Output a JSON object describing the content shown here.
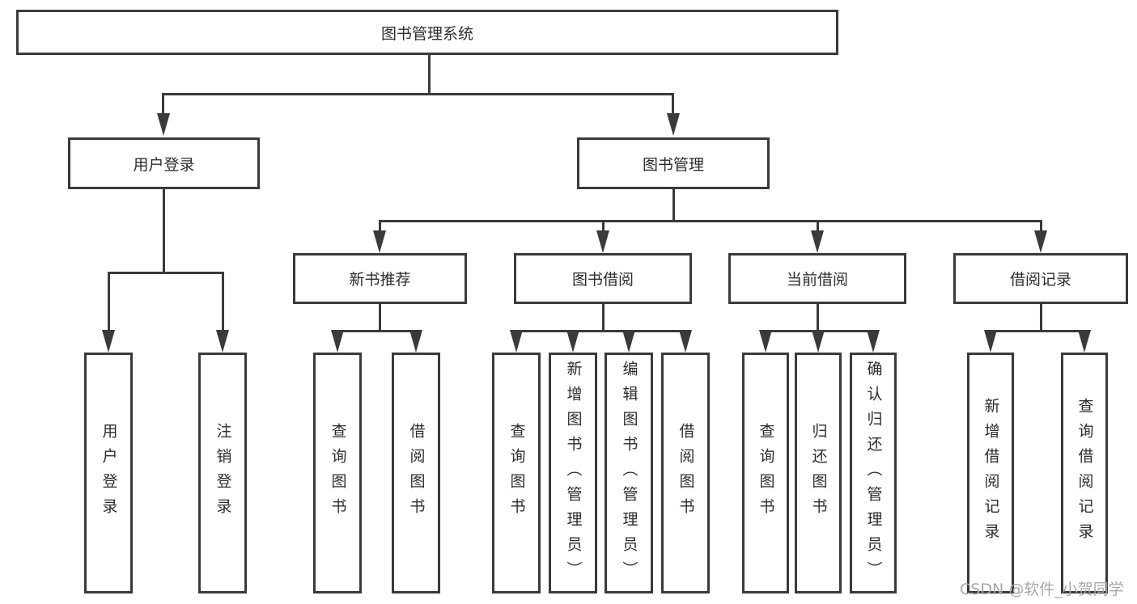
{
  "diagram": {
    "title_hint": "library-management-system-structure",
    "colors": {
      "stroke": "#3a3a3a",
      "text": "#2d2d2d",
      "background": "#ffffff",
      "watermark": "#a8a8a8"
    },
    "root": {
      "label": "图书管理系统"
    },
    "level2": [
      {
        "label": "用户登录"
      },
      {
        "label": "图书管理"
      }
    ],
    "level3": [
      {
        "label": "新书推荐"
      },
      {
        "label": "图书借阅"
      },
      {
        "label": "当前借阅"
      },
      {
        "label": "借阅记录"
      }
    ],
    "leaves": [
      {
        "label": "用户登录"
      },
      {
        "label": "注销登录"
      },
      {
        "label": "查询图书"
      },
      {
        "label": "借阅图书"
      },
      {
        "label": "查询图书"
      },
      {
        "label": "新增图书（管理员）"
      },
      {
        "label": "编辑图书（管理员）"
      },
      {
        "label": "借阅图书"
      },
      {
        "label": "查询图书"
      },
      {
        "label": "归还图书"
      },
      {
        "label": "确认归还（管理员）"
      },
      {
        "label": "新增借阅记录"
      },
      {
        "label": "查询借阅记录"
      }
    ]
  },
  "watermark": {
    "text": "CSDN @软件_小贺同学"
  }
}
